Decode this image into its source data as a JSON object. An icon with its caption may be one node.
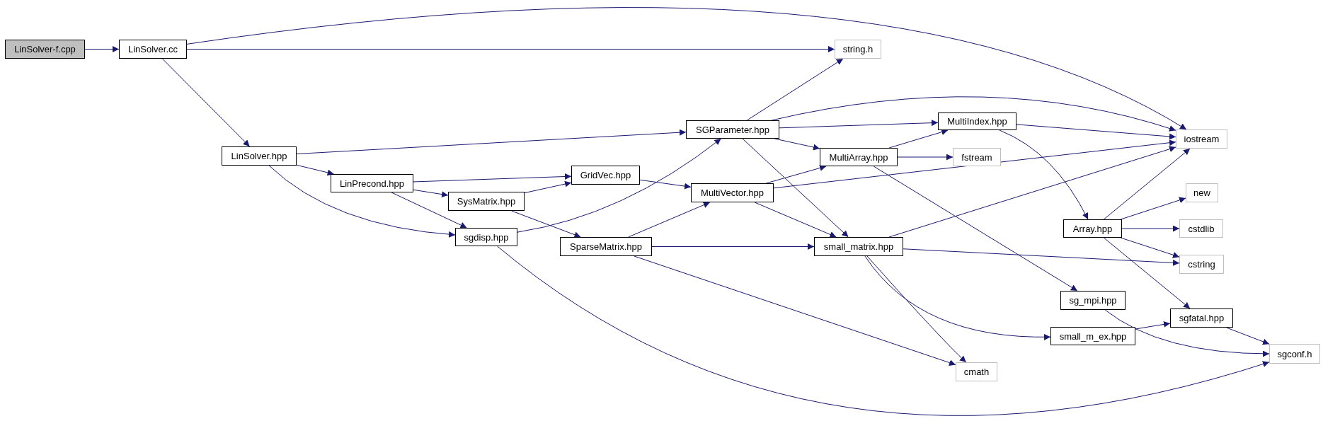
{
  "diagram": {
    "nodes": [
      {
        "text": [
          "LinSolver-f.cpp"
        ]
      },
      {
        "text": [
          "LinSolver.cc"
        ]
      },
      {
        "text": [
          "string.h"
        ]
      },
      {
        "text": [
          "iostream"
        ]
      },
      {
        "text": [
          "LinSolver.hpp"
        ]
      },
      {
        "text": [
          "SGParameter.hpp"
        ]
      },
      {
        "text": [
          "MultiIndex.hpp"
        ]
      },
      {
        "text": [
          "MultiArray.hpp"
        ]
      },
      {
        "text": [
          "fstream"
        ]
      },
      {
        "text": [
          "LinPrecond.hpp"
        ]
      },
      {
        "text": [
          "GridVec.hpp"
        ]
      },
      {
        "text": [
          "SysMatrix.hpp"
        ]
      },
      {
        "text": [
          "MultiVector.hpp"
        ]
      },
      {
        "text": [
          "new"
        ]
      },
      {
        "text": [
          "Array.hpp"
        ]
      },
      {
        "text": [
          "cstdlib"
        ]
      },
      {
        "text": [
          "sgdisp.hpp"
        ]
      },
      {
        "text": [
          "SparseMatrix.hpp"
        ]
      },
      {
        "text": [
          "small_matrix.hpp"
        ]
      },
      {
        "text": [
          "cstring"
        ]
      },
      {
        "text": [
          "sg_mpi.hpp"
        ]
      },
      {
        "text": [
          "sgfatal.hpp"
        ]
      },
      {
        "text": [
          "small_m_ex.hpp"
        ]
      },
      {
        "text": [
          "sgconf.h"
        ]
      },
      {
        "text": [
          "cmath"
        ]
      }
    ],
    "edges": [
      {
        "from": 0,
        "to": 1,
        "arrow": "to"
      },
      {
        "from": 1,
        "to": 3,
        "arrow": "to"
      },
      {
        "from": 1,
        "to": 2,
        "arrow": "to"
      },
      {
        "from": 1,
        "to": 4,
        "arrow": "to"
      },
      {
        "from": 4,
        "to": 5,
        "arrow": "to"
      },
      {
        "from": 4,
        "to": 9,
        "arrow": "to"
      },
      {
        "from": 4,
        "to": 16,
        "arrow": "to"
      },
      {
        "from": 9,
        "to": 10,
        "arrow": "to"
      },
      {
        "from": 9,
        "to": 11,
        "arrow": "to"
      },
      {
        "from": 9,
        "to": 16,
        "arrow": "to"
      },
      {
        "from": 11,
        "to": 10,
        "arrow": "to"
      },
      {
        "from": 11,
        "to": 17,
        "arrow": "to"
      },
      {
        "from": 10,
        "to": 12,
        "arrow": "to"
      },
      {
        "from": 16,
        "to": 5,
        "arrow": "to"
      },
      {
        "from": 16,
        "to": 23,
        "arrow": "to"
      },
      {
        "from": 5,
        "to": 2,
        "arrow": "to"
      },
      {
        "from": 5,
        "to": 3,
        "arrow": "to"
      },
      {
        "from": 5,
        "to": 6,
        "arrow": "to"
      },
      {
        "from": 5,
        "to": 7,
        "arrow": "to"
      },
      {
        "from": 5,
        "to": 18,
        "arrow": "to"
      },
      {
        "from": 6,
        "to": 3,
        "arrow": "to"
      },
      {
        "from": 6,
        "to": 14,
        "arrow": "to"
      },
      {
        "from": 7,
        "to": 6,
        "arrow": "to"
      },
      {
        "from": 7,
        "to": 8,
        "arrow": "to"
      },
      {
        "from": 7,
        "to": 20,
        "arrow": "to"
      },
      {
        "from": 12,
        "to": 7,
        "arrow": "to"
      },
      {
        "from": 12,
        "to": 3,
        "arrow": "to"
      },
      {
        "from": 12,
        "to": 18,
        "arrow": "to"
      },
      {
        "from": 17,
        "to": 12,
        "arrow": "to"
      },
      {
        "from": 17,
        "to": 18,
        "arrow": "to"
      },
      {
        "from": 17,
        "to": 24,
        "arrow": "to"
      },
      {
        "from": 18,
        "to": 3,
        "arrow": "to"
      },
      {
        "from": 18,
        "to": 19,
        "arrow": "to"
      },
      {
        "from": 18,
        "to": 24,
        "arrow": "to"
      },
      {
        "from": 18,
        "to": 22,
        "arrow": "to"
      },
      {
        "from": 14,
        "to": 3,
        "arrow": "to"
      },
      {
        "from": 14,
        "to": 13,
        "arrow": "to"
      },
      {
        "from": 14,
        "to": 15,
        "arrow": "to"
      },
      {
        "from": 14,
        "to": 19,
        "arrow": "to"
      },
      {
        "from": 14,
        "to": 21,
        "arrow": "to"
      },
      {
        "from": 20,
        "to": 23,
        "arrow": "to"
      },
      {
        "from": 22,
        "to": 21,
        "arrow": "to"
      },
      {
        "from": 21,
        "to": 23,
        "arrow": "to"
      }
    ]
  }
}
